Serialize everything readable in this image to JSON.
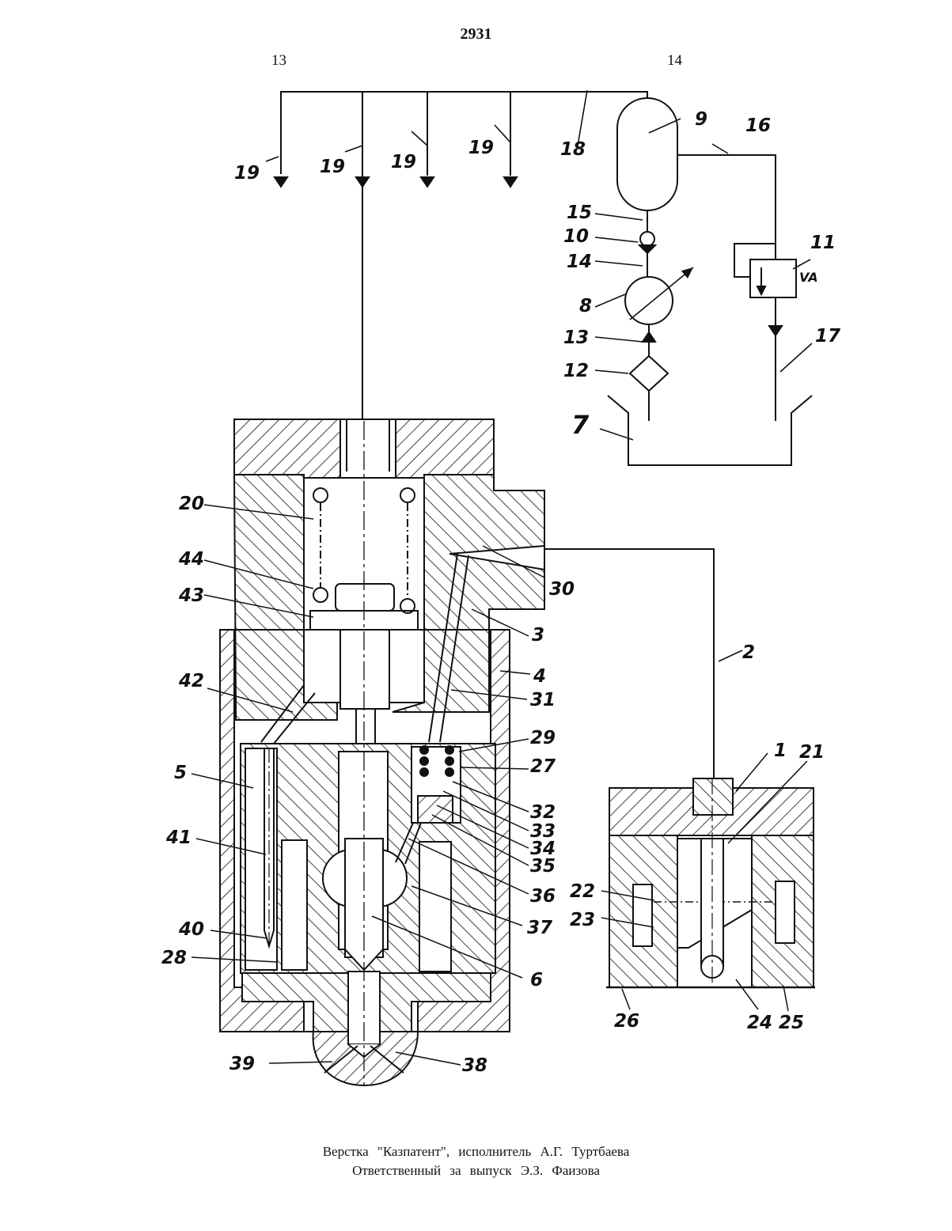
{
  "header": {
    "page_number": "2931",
    "column_left": "13",
    "column_right": "14"
  },
  "figure": {
    "labels": {
      "p1": "1",
      "p2": "2",
      "p3": "3",
      "p4": "4",
      "p5": "5",
      "p6": "6",
      "p7": "7",
      "p8": "8",
      "p9": "9",
      "p10": "10",
      "p11": "11",
      "p11_sub": "VA",
      "p12": "12",
      "p13": "13",
      "p14": "14",
      "p15": "15",
      "p16": "16",
      "p17": "17",
      "p18": "18",
      "p19": "19",
      "p20": "20",
      "p21": "21",
      "p22": "22",
      "p23": "23",
      "p24": "24",
      "p25": "25",
      "p26": "26",
      "p27": "27",
      "p28": "28",
      "p29": "29",
      "p30": "30",
      "p31": "31",
      "p32": "32",
      "p33": "33",
      "p34": "34",
      "p35": "35",
      "p36": "36",
      "p37": "37",
      "p38": "38",
      "p39": "39",
      "p40": "40",
      "p41": "41",
      "p42": "42",
      "p43": "43",
      "p44": "44"
    }
  },
  "footer": {
    "line1": "Верстка \"Казпатент\", исполнитель   А.Г. Туртбаева",
    "line2": "Ответственный за выпуск  Э.З. Фаизова"
  }
}
